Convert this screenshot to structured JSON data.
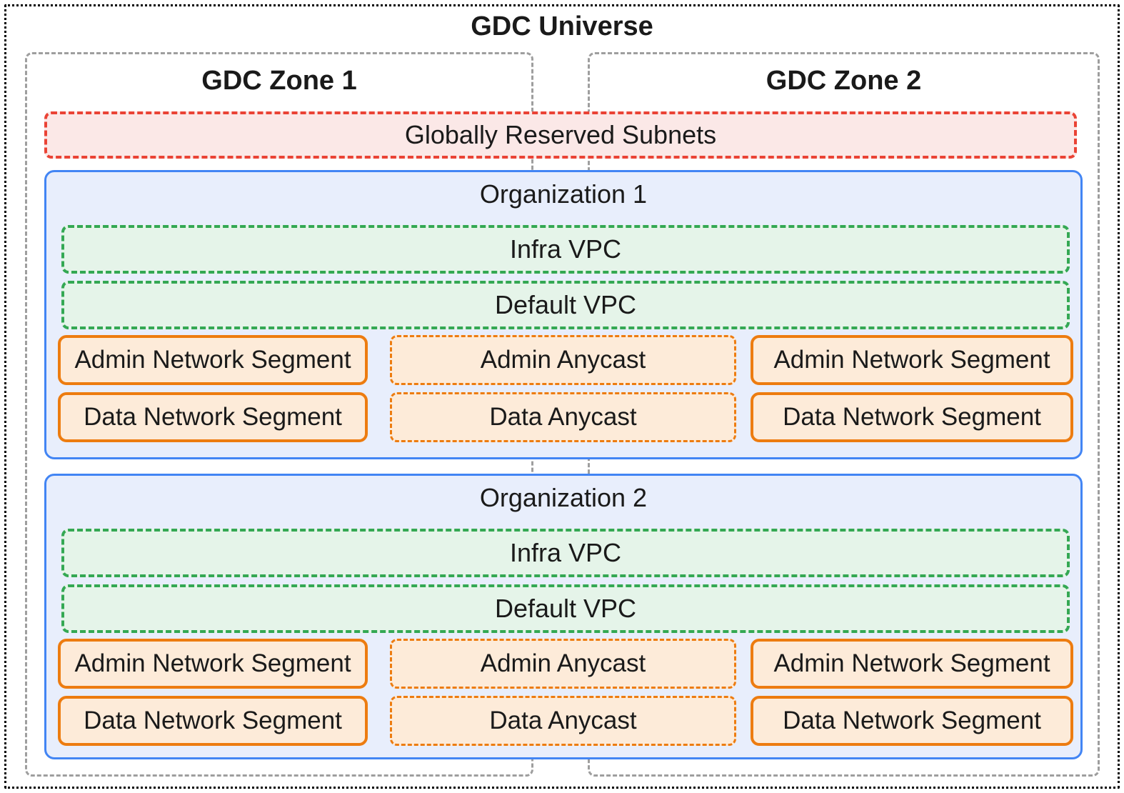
{
  "universe": {
    "title": "GDC Universe"
  },
  "zones": [
    {
      "label": "GDC Zone 1"
    },
    {
      "label": "GDC Zone 2"
    }
  ],
  "reserved": {
    "label": "Globally Reserved Subnets"
  },
  "organizations": [
    {
      "title": "Organization 1",
      "vpcs": [
        {
          "label": "Infra VPC"
        },
        {
          "label": "Default VPC"
        }
      ],
      "segments": {
        "zone1_admin": "Admin Network Segment",
        "anycast_admin": "Admin Anycast",
        "zone2_admin": "Admin Network Segment",
        "zone1_data": "Data Network Segment",
        "anycast_data": "Data Anycast",
        "zone2_data": "Data Network Segment"
      }
    },
    {
      "title": "Organization 2",
      "vpcs": [
        {
          "label": "Infra VPC"
        },
        {
          "label": "Default VPC"
        }
      ],
      "segments": {
        "zone1_admin": "Admin Network Segment",
        "anycast_admin": "Admin Anycast",
        "zone2_admin": "Admin Network Segment",
        "zone1_data": "Data Network Segment",
        "anycast_data": "Data Anycast",
        "zone2_data": "Data Network Segment"
      }
    }
  ],
  "colors": {
    "universe-border": "#000000",
    "zone-border": "#9e9e9e",
    "red": "#ea4335",
    "red-fill": "#fbe8e7",
    "green": "#34a853",
    "green-fill": "#e5f4e9",
    "blue": "#4285f4",
    "blue-fill": "#e8eefc",
    "orange": "#ed7c10",
    "orange-fill": "#fdebd9",
    "text": "#1a1a1a"
  }
}
